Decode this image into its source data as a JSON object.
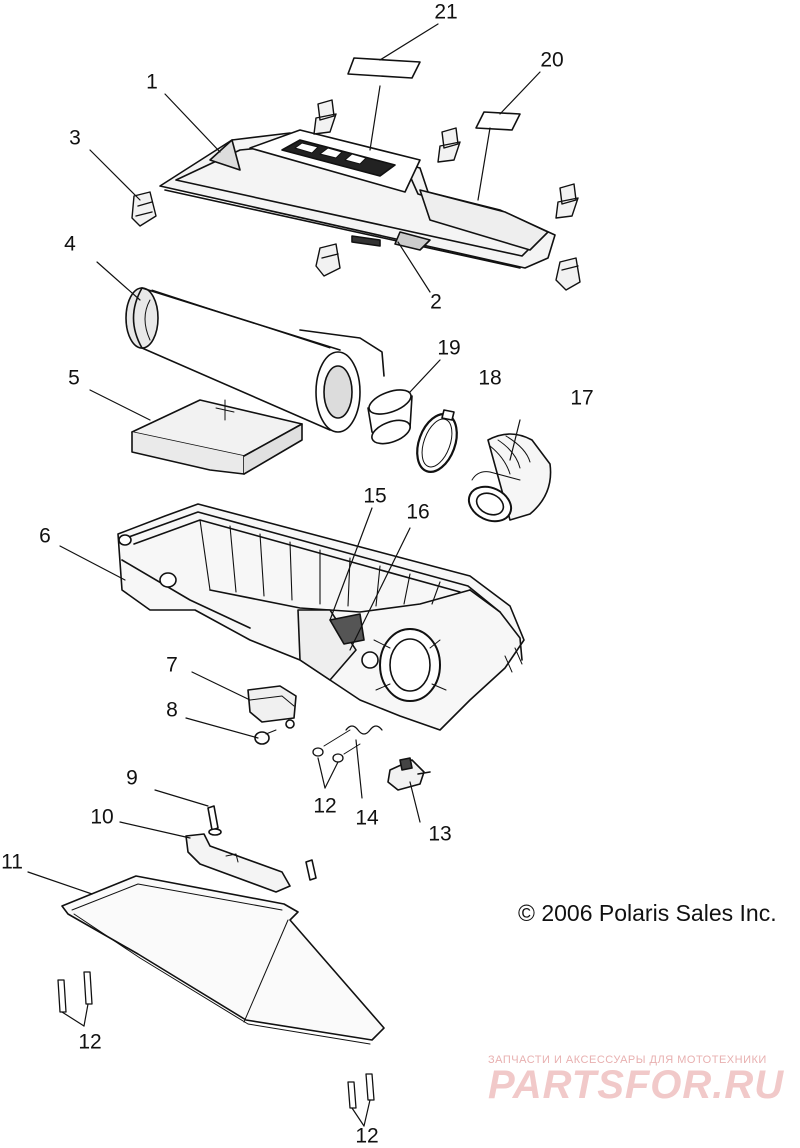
{
  "callouts": {
    "c1": "1",
    "c2": "2",
    "c3": "3",
    "c4": "4",
    "c5": "5",
    "c6": "6",
    "c7": "7",
    "c8": "8",
    "c9": "9",
    "c10": "10",
    "c11": "11",
    "c12a": "12",
    "c12b": "12",
    "c12c": "12",
    "c13": "13",
    "c14": "14",
    "c15": "15",
    "c16": "16",
    "c17": "17",
    "c18": "18",
    "c19": "19",
    "c20": "20",
    "c21": "21"
  },
  "copyright": "© 2006 Polaris Sales Inc.",
  "watermark": {
    "tagline": "ЗАПЧАСТИ И АКСЕССУАРЫ ДЛЯ МОТОТЕХНИКИ",
    "logo": "PARTSFOR.RU"
  }
}
